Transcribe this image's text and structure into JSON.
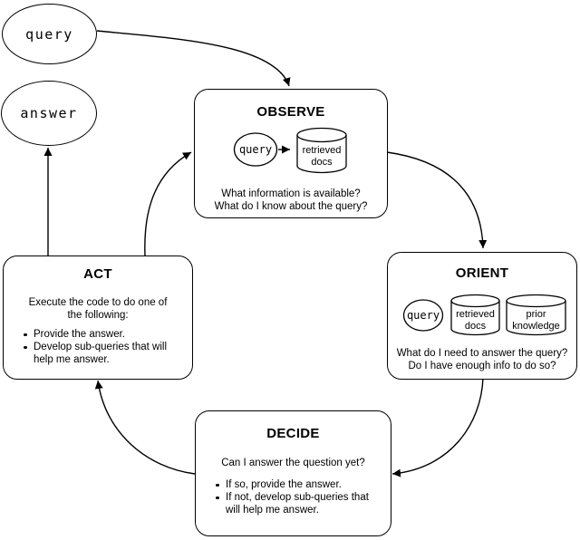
{
  "colors": {
    "stroke": "#000000",
    "background": "#ffffff"
  },
  "nodes": {
    "query": {
      "label": "query"
    },
    "answer": {
      "label": "answer"
    },
    "observe": {
      "title": "OBSERVE",
      "query_label": "query",
      "cylinder": {
        "line1": "retrieved",
        "line2": "docs"
      },
      "questions": [
        "What information is available?",
        "What do I know about the query?"
      ]
    },
    "orient": {
      "title": "ORIENT",
      "query_label": "query",
      "cylinder_docs": {
        "line1": "retrieved",
        "line2": "docs"
      },
      "cylinder_knowledge": {
        "line1": "prior",
        "line2": "knowledge"
      },
      "questions": [
        "What do I need to answer the query?",
        "Do I have enough info to do so?"
      ]
    },
    "decide": {
      "title": "DECIDE",
      "intro": "Can I answer the question yet?",
      "bullets": [
        "If so, provide the answer.",
        "If not, develop sub-queries that will help me answer."
      ]
    },
    "act": {
      "title": "ACT",
      "intro_lines": [
        "Execute the code to do one of",
        "the following:"
      ],
      "bullets": [
        "Provide the answer.",
        "Develop sub-queries that will help me answer."
      ]
    }
  }
}
